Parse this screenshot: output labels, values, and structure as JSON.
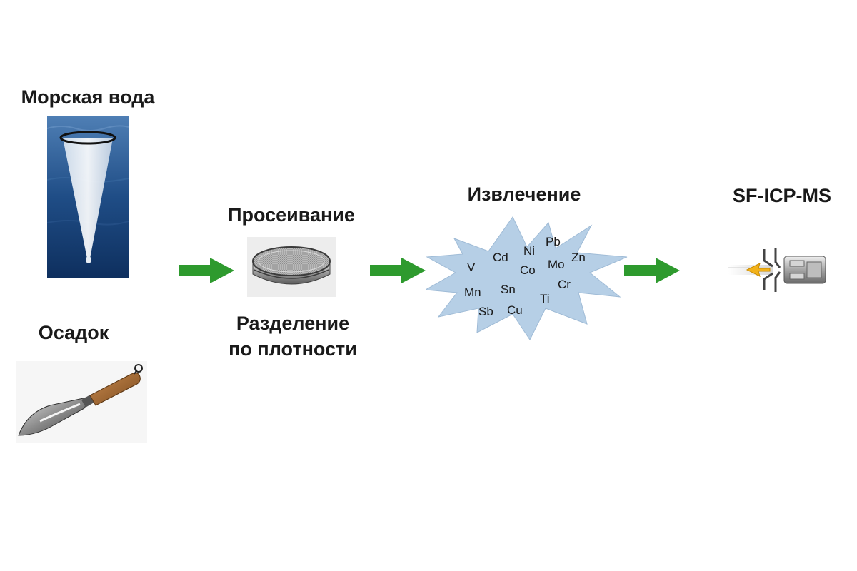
{
  "sources": {
    "seawater": {
      "label": "Морская вода",
      "image_icon": "plankton-net-icon"
    },
    "sediment": {
      "label": "Осадок",
      "image_icon": "trowel-icon"
    }
  },
  "sieving": {
    "title": "Просеивание",
    "subtitle_lines": [
      "Разделение",
      "по плотности"
    ],
    "image_icon": "sieve-icon"
  },
  "extraction": {
    "title": "Извлечение",
    "burst_color": "#b6cfe6",
    "elements": [
      "Pb",
      "Cd",
      "Ni",
      "Zn",
      "Mo",
      "V",
      "Co",
      "Cr",
      "Mn",
      "Sn",
      "Ti",
      "Sb",
      "Cu"
    ]
  },
  "instrument": {
    "title": "SF-ICP-MS",
    "image_icon": "mass-spectrometer-interface-icon"
  },
  "arrows": {
    "color": "#2e9a2e",
    "icon": "right-arrow-icon"
  }
}
